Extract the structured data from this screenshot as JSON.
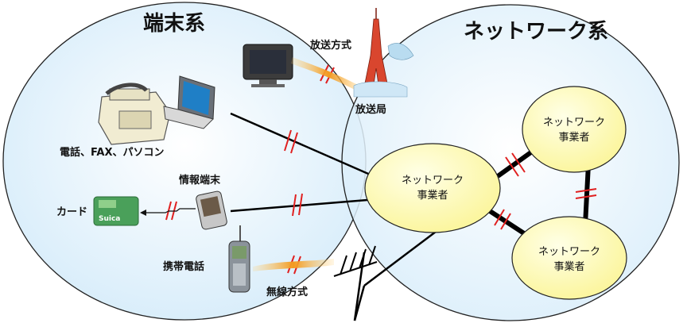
{
  "groups": {
    "terminal_title": "端末系",
    "network_title": "ネットワーク系"
  },
  "labels": {
    "broadcast_method": "放送方式",
    "broadcast_station": "放送局",
    "phone_fax_pc": "電話、FAX、パソコン",
    "info_terminal": "情報端末",
    "card": "カード",
    "mobile_phone": "携帯電話",
    "wireless_method": "無線方式"
  },
  "nodes": {
    "center": [
      "ネットワーク",
      "事業者"
    ],
    "top_right": [
      "ネットワーク",
      "事業者"
    ],
    "bottom_right": [
      "ネットワーク",
      "事業者"
    ]
  },
  "card_text": "Suica",
  "colors": {
    "group_fill": "#dff0fb",
    "group_stroke": "#222222",
    "node_fill": "#ffffbf",
    "node_stroke": "#222222",
    "link": "#000000",
    "cut_mark": "#e02020",
    "radio_wave": "#f39a1e"
  }
}
